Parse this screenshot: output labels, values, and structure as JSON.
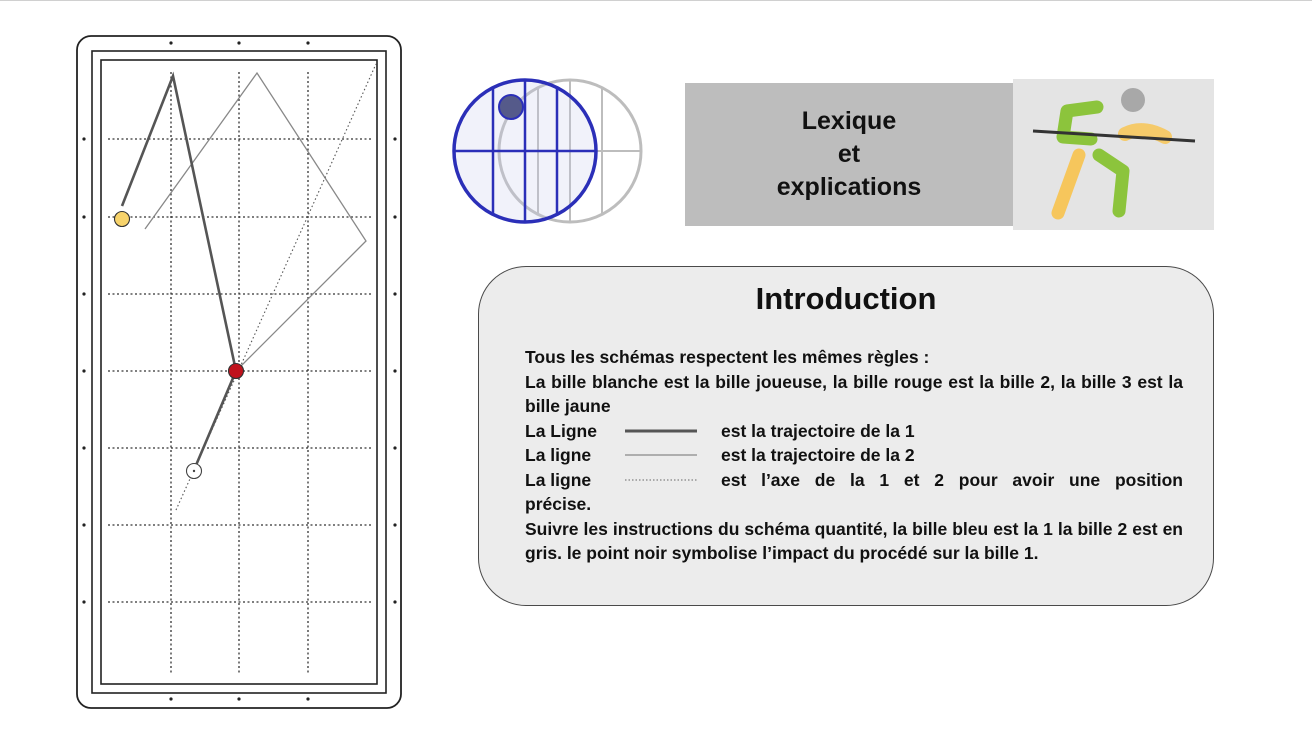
{
  "lexique": {
    "line1": "Lexique",
    "line2": "et",
    "line3": "explications"
  },
  "intro": {
    "title": "Introduction",
    "rules_heading": "Tous les schémas respectent les mêmes règles :",
    "balls_text": "La bille blanche est la bille joueuse, la bille rouge est la bille 2, la bille 3 est la bille jaune",
    "legend": [
      {
        "label": "La Ligne",
        "style": "solid-thick",
        "text": "est la trajectoire de la 1"
      },
      {
        "label": "La ligne",
        "style": "solid-thin",
        "text": "est la trajectoire de la 2"
      },
      {
        "label": "La ligne",
        "style": "dotted",
        "text": "est l’axe de la 1 et 2 pour avoir une position"
      }
    ],
    "legend_continuation": "précise.",
    "instructions": "Suivre les instructions du schéma quantité, la bille bleu est la 1 la bille 2 est en gris. le point noir symbolise l’impact du procédé sur la bille 1."
  },
  "colors": {
    "ball_yellow": "#f7d36b",
    "ball_red": "#c0121c",
    "ball_white": "#ffffff",
    "cue_ball_blue": "#2b2fb8",
    "object_ball_grey": "#b8b8b8",
    "impact_point": "#555a8a",
    "lexique_bg": "#bdbdbd",
    "intro_bg": "#ececec",
    "logo_green": "#8cc43c",
    "logo_orange": "#f6c65c",
    "logo_grey": "#a8a8a8"
  },
  "icons": {
    "billiard_table": "billiard-table-diagram",
    "ball_overlap": "ball-contact-diagram",
    "player_logo": "billiard-player-icon"
  }
}
